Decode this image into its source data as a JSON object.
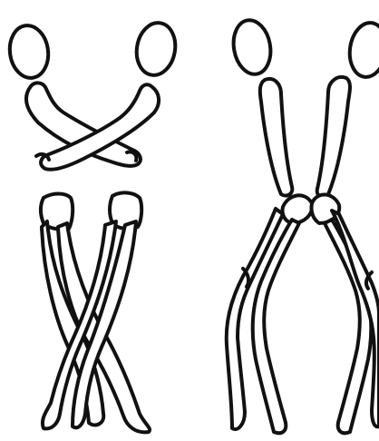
{
  "diagram": {
    "panels": [
      {
        "id": "crossed-pose",
        "figures": [
          "left-head",
          "right-head",
          "crossed-arms",
          "crossed-legs"
        ]
      },
      {
        "id": "squat-pose",
        "figures": [
          "left-head",
          "right-head",
          "bent-arms",
          "spread-legs"
        ]
      }
    ],
    "colors": {
      "line": "#111111",
      "background": "#ffffff"
    }
  }
}
